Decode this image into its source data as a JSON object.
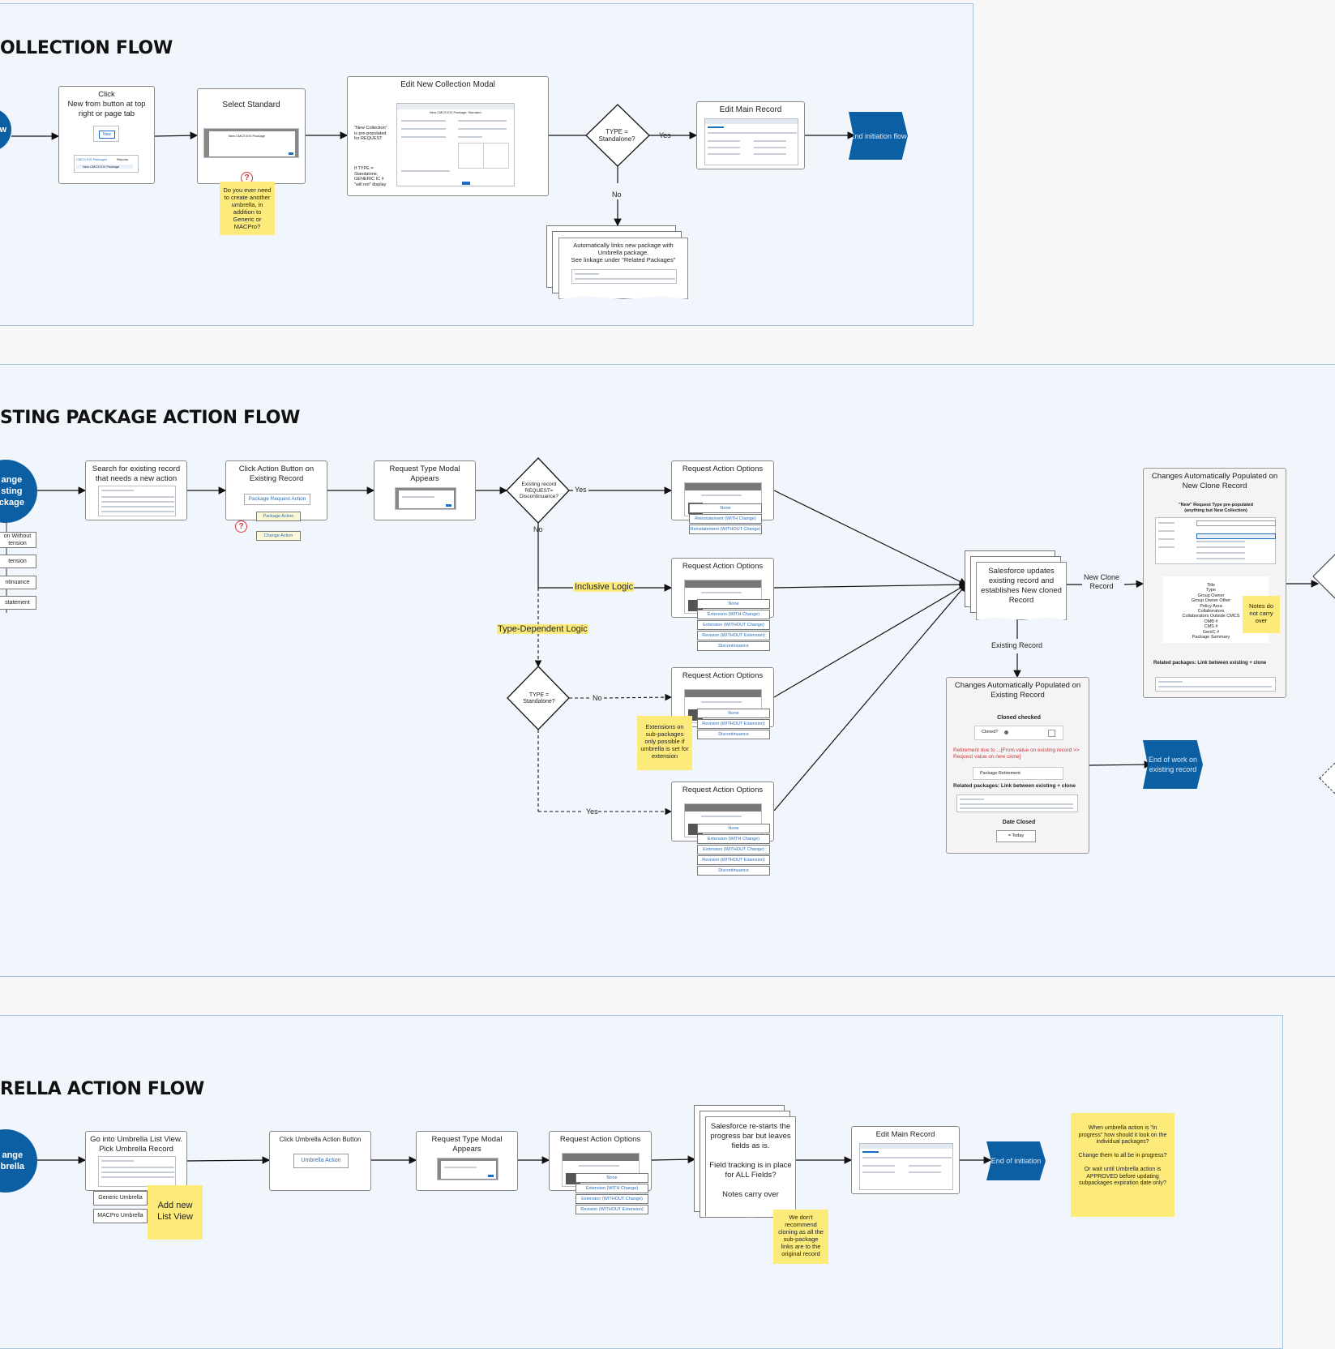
{
  "lane1": {
    "title": "OLLECTION FLOW",
    "start_label": "w",
    "click_new": "Click\nNew from button at top right or page tab",
    "new_btn": "New",
    "tab_label": "CMCS EXI Packages",
    "reports_label": "Reports",
    "new_tab_item": "New CMCS EXI Package",
    "select_standard": "Select Standard",
    "select_modal_title": "New CMCS EXI Package",
    "question_sticky": "Do you ever need to create another umbrella, in addition to Generic or MACPro?",
    "edit_modal": "Edit New Collection Modal",
    "edit_modal_inner_title": "New CMCS EXI Package: Standard",
    "note1": "\"New Collection\" is pre-populated for REQUEST",
    "note2": "If TYPE = Standalone, GENERIC IC # \"will not\" display",
    "decision": "TYPE = Standalone?",
    "yes": "Yes",
    "no": "No",
    "edit_main": "Edit Main Record",
    "end": "End initiation flow",
    "auto_link": "Automatically links new package with Umbrella package.\nSee linkage under \"Related Packages\""
  },
  "lane2": {
    "title": "STING PACKAGE ACTION FLOW",
    "start_label": "ange\nsting\nckage",
    "side_items": [
      "on Without\ntension",
      "tension",
      "ntinuance",
      "statement"
    ],
    "search": "Search for existing record that needs a new action",
    "click_action": "Click Action Button on Existing Record",
    "package_request_action": "Package Request Action",
    "package_action": "Package Action",
    "change_action": "Change Action",
    "request_type_modal": "Request Type Modal Appears",
    "decision1": "Existing record REQUEST= Discontinuance?",
    "yes": "Yes",
    "no": "No",
    "inclusive_logic": "Inclusive Logic",
    "type_dependent_logic": "Type-Dependent Logic",
    "decision2": "TYPE = Standalone?",
    "no2": "No",
    "yes2": "Yes",
    "rao_title": "Request Action Options",
    "opts1": [
      "None",
      "Reinstatement (WITH Change)",
      "Reinstatement (WITHOUT Change)"
    ],
    "opts2": [
      "None",
      "Extension (WITH Change)",
      "Extension (WITHOUT Change)",
      "Revision (WITHOUT Extension)",
      "Discontinuance"
    ],
    "opts3": [
      "None",
      "Revision (WITHOUT Extension)",
      "Discontinuance"
    ],
    "opts4": [
      "None",
      "Extension (WITH Change)",
      "Extension (WITHOUT Change)",
      "Revision (WITHOUT Extension)",
      "Discontinuance"
    ],
    "ext_sticky": "Extensions on sub-packages only possible if umbrella is set for extension",
    "sf_updates": "Salesforce updates existing record and establishes New cloned Record",
    "new_clone_record": "New Clone\nRecord",
    "existing_record": "Existing Record",
    "clone_title": "Changes Automatically Populated on New Clone Record",
    "clone_subtitle": "\"New\" Request Type pre-populated (anything but New Collection)",
    "clone_fields": [
      "Title",
      "Type",
      "Group Owner",
      "Group Owner Other",
      "Policy Area",
      "Collaborators",
      "Collaborators Outside CMCS",
      "OMB #",
      "CMS #",
      "GenIC #",
      "Package Summary"
    ],
    "notes_sticky": "Notes do not carry over",
    "clone_related": "Related packages: Link between existing + clone",
    "existing_title": "Changes Automatically Populated on Existing Record",
    "cloned_checked": "Cloned checked",
    "cloned_field": "Cloned?",
    "retirement_text": "Retirement due to ...[From value on existing record >> Request value on new clone]",
    "package_retirement": "Package Retirement",
    "existing_related": "Related packages: Link between existing + clone",
    "date_closed": "Date Closed",
    "today": "= Today",
    "end_existing": "End of work on existing record"
  },
  "lane3": {
    "title": "RELLA ACTION FLOW",
    "start_label": "ange\nbrella",
    "go_umbrella": "Go into Umbrella List View. Pick Umbrella Record",
    "generic_umbrella": "Generic Umbrella",
    "macpro_umbrella": "MACPro Umbrella",
    "add_list_sticky": "Add new List View",
    "click_umbrella_btn": "Click Umbrella Action Button",
    "umbrella_action": "Umbrella Action",
    "request_type_modal": "Request Type Modal Appears",
    "rao_title": "Request Action Options",
    "opts": [
      "None",
      "Extension (WITH Change)",
      "Extension (WITHOUT Change)",
      "Revision (WITHOUT Extension)"
    ],
    "sf_restarts": "Salesforce re-starts the progress bar but leaves fields as is.\n\nField tracking is in place for ALL Fields?\n\nNotes carry over",
    "recommend_sticky": "We don't recommend cloning as all the sub-package links are to the original record",
    "edit_main": "Edit Main Record",
    "end": "End of initiation",
    "question_sticky": "When umbrella action is \"in progress\" how should it look on the individual packages?\n\nChange them to all be in progress?\n\nOr wait until Umbrella action is APPROVED before updating subpackages expiration date only?"
  },
  "colors": {
    "lane_bg": "#f1f6fc",
    "lane_border": "#aac3dd",
    "brand_blue": "#0d5fa3",
    "sticky_yellow": "#fcea7a",
    "question_red": "#d13438"
  }
}
